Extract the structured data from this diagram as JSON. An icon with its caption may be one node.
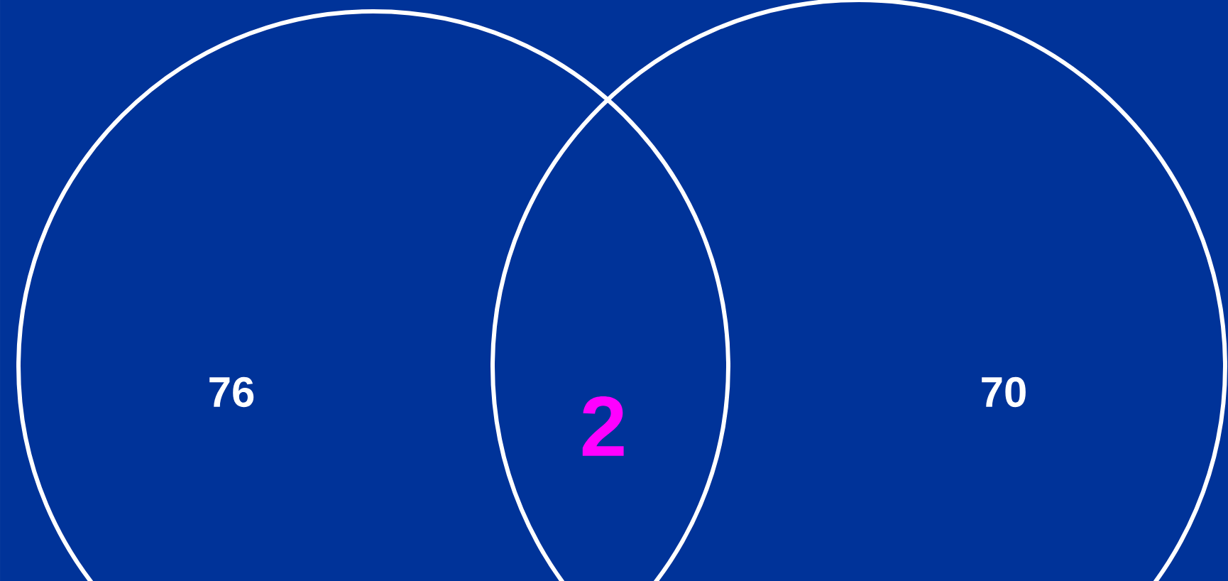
{
  "diagram": {
    "nodes": [
      {
        "text": [
          "76"
        ]
      },
      {
        "text": [
          "70"
        ]
      }
    ],
    "labels": [
      "2"
    ]
  }
}
